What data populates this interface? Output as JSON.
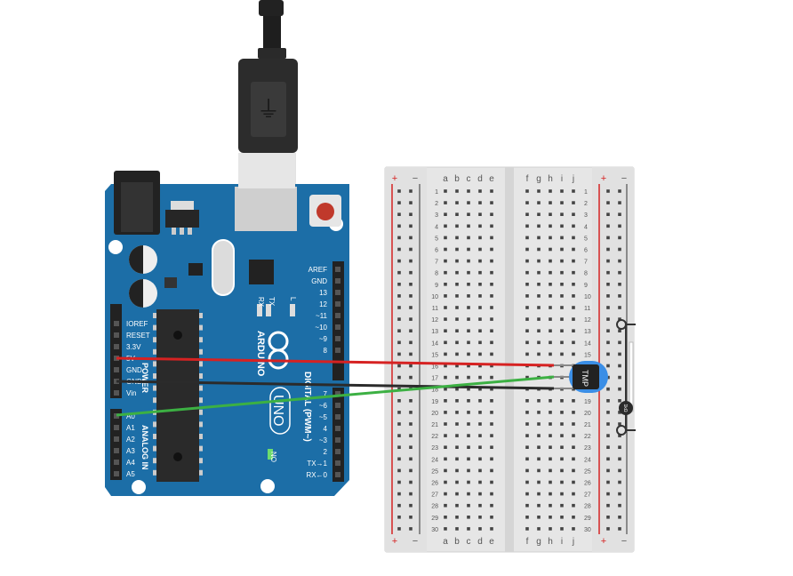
{
  "arduino": {
    "brand": "ARDUINO",
    "model": "UNO",
    "power_header": [
      "IOREF",
      "RESET",
      "3.3V",
      "5V",
      "GND",
      "GND",
      "Vin"
    ],
    "power_title": "POWER",
    "analog_header": [
      "A0",
      "A1",
      "A2",
      "A3",
      "A4",
      "A5"
    ],
    "analog_title": "ANALOG IN",
    "digital_top": [
      "AREF",
      "GND",
      "13",
      "12",
      "~11",
      "~10",
      "~9",
      "8"
    ],
    "digital_bottom": [
      "7",
      "~6",
      "~5",
      "4",
      "~3",
      "2",
      "TX→1",
      "RX←0"
    ],
    "digital_title": "DIGITAL (PWM~)",
    "tx_label": "TX",
    "rx_label": "RX",
    "l_label": "L",
    "on_label": "ON"
  },
  "breadboard": {
    "plus": "+",
    "minus": "−",
    "cols_left": [
      "a",
      "b",
      "c",
      "d",
      "e"
    ],
    "cols_right": [
      "f",
      "g",
      "h",
      "i",
      "j"
    ],
    "row_count": 30
  },
  "sensor": {
    "label": "TMP"
  },
  "resistor": {
    "label": "1kΩ"
  },
  "colors": {
    "board": "#1c6ea7",
    "wire_5v": "#d62222",
    "wire_gnd": "#2b2b2b",
    "wire_signal": "#3cb043",
    "breadboard": "#e6e6e6",
    "rail_red": "#d62222"
  }
}
